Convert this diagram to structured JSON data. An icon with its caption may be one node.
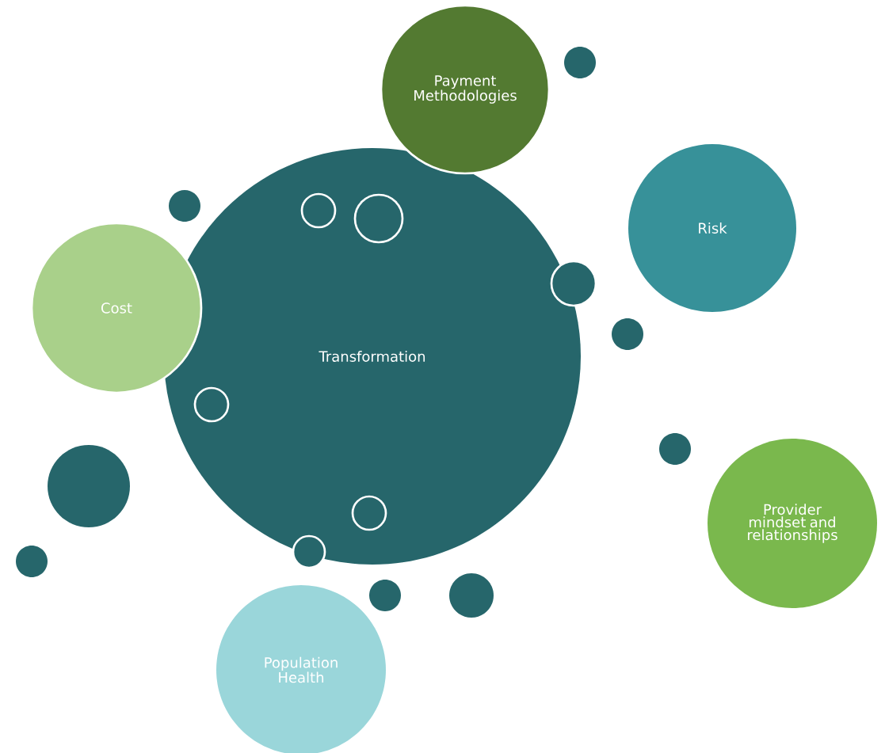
{
  "diagram": {
    "nodes": [
      {
        "text": [
          "Payment Methodologies"
        ]
      },
      {
        "text": [
          "Risk"
        ]
      },
      {
        "text": [
          "Cost"
        ]
      },
      {
        "text": [
          "Transformation"
        ]
      },
      {
        "text": [
          "Provider mindset and relationships"
        ]
      },
      {
        "text": [
          "Population Health"
        ]
      },
      {
        "text": [],
        "shape": "circle"
      },
      {
        "text": [],
        "shape": "circle"
      },
      {
        "text": [],
        "shape": "circle",
        "in": 3
      },
      {
        "text": [],
        "shape": "circle",
        "in": 3
      },
      {
        "text": [],
        "shape": "circle"
      },
      {
        "text": [],
        "shape": "circle"
      },
      {
        "text": [],
        "shape": "circle",
        "in": 3
      },
      {
        "text": [],
        "shape": "circle"
      },
      {
        "text": [],
        "shape": "circle"
      },
      {
        "text": [],
        "shape": "circle",
        "in": 3
      },
      {
        "text": [],
        "shape": "circle"
      },
      {
        "text": [],
        "shape": "circle"
      },
      {
        "text": [],
        "shape": "circle"
      },
      {
        "text": [],
        "shape": "circle"
      }
    ]
  }
}
